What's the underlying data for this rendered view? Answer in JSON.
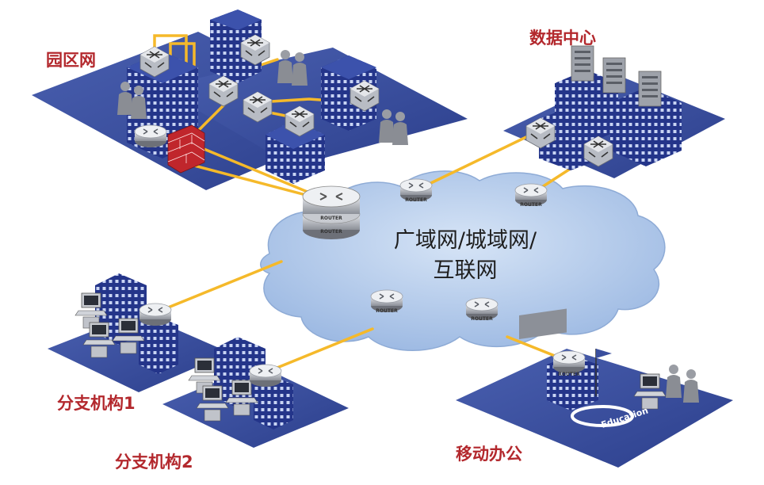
{
  "labels": {
    "campus": "园区网",
    "datacenter": "数据中心",
    "branch1": "分支机构1",
    "branch2": "分支机构2",
    "mobile": "移动办公",
    "cloud_line1": "广域网/城域网/",
    "cloud_line2": "互联网"
  },
  "device_text": {
    "router": "ROUTER",
    "education": "Education"
  },
  "colors": {
    "label": "#b3282d",
    "link": "#f5b92a",
    "platform": "#3a4f9e",
    "cloud": "#a8c4e8",
    "building": "#24358a",
    "firewall": "#c0262c"
  }
}
